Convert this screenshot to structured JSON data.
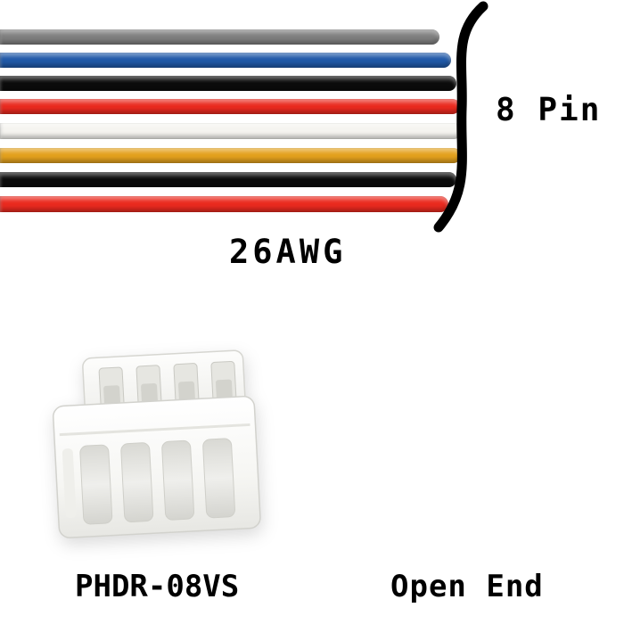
{
  "labels": {
    "pin_count": "8 Pin",
    "wire_gauge": "26AWG",
    "connector_part": "PHDR-08VS",
    "termination": "Open End"
  },
  "wires": {
    "count": 8,
    "color_names": [
      "gray",
      "blue",
      "black",
      "red",
      "white",
      "orange",
      "black",
      "red"
    ],
    "colors": {
      "gray": "#7f7f7f",
      "blue": "#2059a8",
      "black1": "#0c0c0c",
      "red1": "#ea2a1f",
      "white": "#f5f4f0",
      "orange": "#e3a11d",
      "black2": "#0c0c0c",
      "red2": "#ea2a1f"
    }
  },
  "colors": {
    "brace": "#000000",
    "text": "#000000",
    "background": "#ffffff"
  }
}
